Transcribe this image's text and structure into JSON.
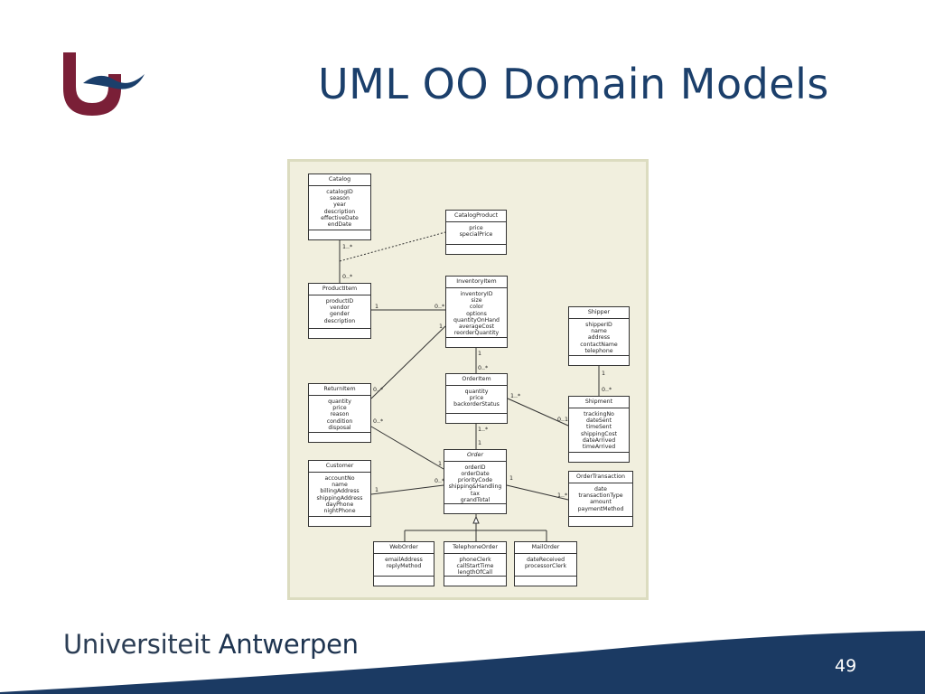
{
  "slide": {
    "title": "UML OO Domain Models",
    "page_number": "49"
  },
  "footer": {
    "university_first": "Universiteit",
    "university_second": "Antwerpen"
  },
  "colors": {
    "title": "#1b3f6b",
    "logo_primary": "#7a1f37",
    "logo_wave": "#1b3f6b",
    "footer_band": "#1b3a63",
    "diagram_bg": "#f1efde"
  },
  "diagram": {
    "classes": [
      {
        "id": "catalog",
        "name": "Catalog",
        "attrs": [
          "catalogID",
          "season",
          "year",
          "description",
          "effectiveDate",
          "endDate"
        ]
      },
      {
        "id": "catalogproduct",
        "name": "CatalogProduct",
        "attrs": [
          "price",
          "specialPrice"
        ]
      },
      {
        "id": "productitem",
        "name": "ProductItem",
        "attrs": [
          "productID",
          "vendor",
          "gender",
          "description"
        ]
      },
      {
        "id": "inventoryitem",
        "name": "InventoryItem",
        "attrs": [
          "inventoryID",
          "size",
          "color",
          "options",
          "quantityOnHand",
          "averageCost",
          "reorderQuantity"
        ]
      },
      {
        "id": "shipper",
        "name": "Shipper",
        "attrs": [
          "shipperID",
          "name",
          "address",
          "contactName",
          "telephone"
        ]
      },
      {
        "id": "returnitem",
        "name": "ReturnItem",
        "attrs": [
          "quantity",
          "price",
          "reason",
          "condition",
          "disposal"
        ]
      },
      {
        "id": "orderitem",
        "name": "OrderItem",
        "attrs": [
          "quantity",
          "price",
          "backorderStatus"
        ]
      },
      {
        "id": "shipment",
        "name": "Shipment",
        "attrs": [
          "trackingNo",
          "dateSent",
          "timeSent",
          "shippingCost",
          "dateArrived",
          "timeArrived"
        ]
      },
      {
        "id": "customer",
        "name": "Customer",
        "attrs": [
          "accountNo",
          "name",
          "billingAddress",
          "shippingAddress",
          "dayPhone",
          "nightPhone"
        ]
      },
      {
        "id": "order",
        "name": "Order",
        "abstract": true,
        "attrs": [
          "orderID",
          "orderDate",
          "priorityCode",
          "shipping&Handling",
          "tax",
          "grandTotal"
        ]
      },
      {
        "id": "ordertransaction",
        "name": "OrderTransaction",
        "attrs": [
          "date",
          "transactionType",
          "amount",
          "paymentMethod"
        ]
      },
      {
        "id": "weborder",
        "name": "WebOrder",
        "attrs": [
          "emailAddress",
          "replyMethod"
        ]
      },
      {
        "id": "telephoneorder",
        "name": "TelephoneOrder",
        "attrs": [
          "phoneClerk",
          "callStartTime",
          "lengthOfCall"
        ]
      },
      {
        "id": "mailorder",
        "name": "MailOrder",
        "attrs": [
          "dateReceived",
          "processorClerk"
        ]
      }
    ],
    "multiplicities": [
      {
        "id": "catalog-product-a",
        "text": "1..*"
      },
      {
        "id": "catalog-product-b",
        "text": "0..*"
      },
      {
        "id": "product-inventory-a",
        "text": "1"
      },
      {
        "id": "product-inventory-b",
        "text": "0..*"
      },
      {
        "id": "inventory-return",
        "text": "1"
      },
      {
        "id": "inventory-orderitem-a",
        "text": "1"
      },
      {
        "id": "inventory-orderitem-b",
        "text": "0..*"
      },
      {
        "id": "shipper-shipment-a",
        "text": "1"
      },
      {
        "id": "shipper-shipment-b",
        "text": "0..*"
      },
      {
        "id": "return-inventory",
        "text": "0..*"
      },
      {
        "id": "orderitem-shipment-a",
        "text": "1..*"
      },
      {
        "id": "orderitem-shipment-b",
        "text": "0..1"
      },
      {
        "id": "return-order-a",
        "text": "0..*"
      },
      {
        "id": "orderitem-order-a",
        "text": "1..*"
      },
      {
        "id": "orderitem-order-b",
        "text": "1"
      },
      {
        "id": "return-order-b",
        "text": "1"
      },
      {
        "id": "customer-order-a",
        "text": "1"
      },
      {
        "id": "customer-order-b",
        "text": "0..*"
      },
      {
        "id": "order-transaction-a",
        "text": "1"
      },
      {
        "id": "order-transaction-b",
        "text": "1..*"
      }
    ]
  }
}
